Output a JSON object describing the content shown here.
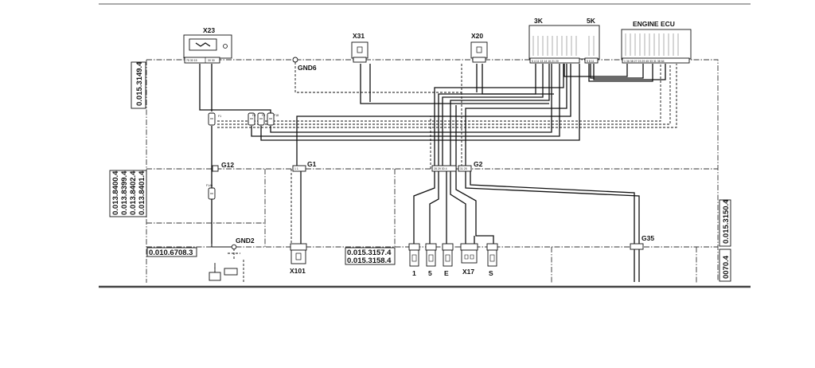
{
  "components": {
    "x23": "X23",
    "x31": "X31",
    "x20": "X20",
    "k3": "3K",
    "k5": "5K",
    "engine_ecu": "ENGINE ECU",
    "x101": "X101",
    "x17": "X17"
  },
  "nodes": {
    "gnd6": "GND6",
    "gnd2": "GND2",
    "g12": "G12",
    "g1": "G1",
    "g2": "G2",
    "g35": "G35"
  },
  "fuses": {
    "f1": "F1",
    "f8": "F8",
    "f5": "F5",
    "f18": "F18",
    "f140": "F140"
  },
  "connectors": {
    "c1": "1",
    "c5": "5",
    "ce": "E",
    "cs": "S"
  },
  "references": {
    "left_top": "0.015.3149.4",
    "left_mid_1": "0.013.8400.4",
    "left_mid_2": "0.013.8399.4",
    "left_mid_3": "0.013.8402.4",
    "left_mid_4": "0.013.8401.4",
    "bottom_left": "0.010.6708.3",
    "bottom_center_1": "0.015.3157.4",
    "bottom_center_2": "0.015.3158.4",
    "right_1": "0.015.3150.4",
    "right_2": "0070.4"
  }
}
